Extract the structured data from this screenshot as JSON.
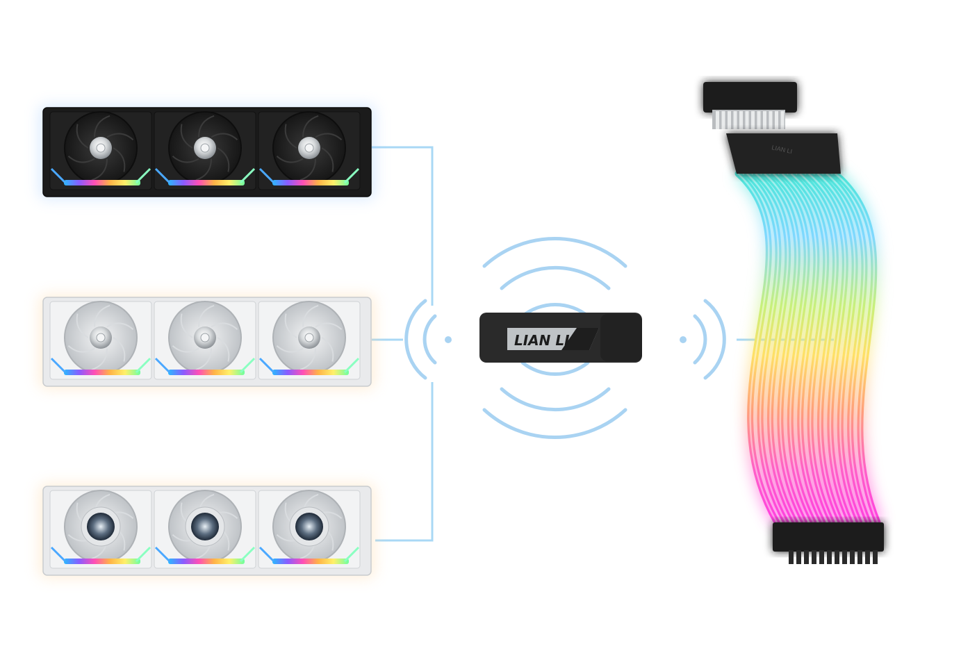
{
  "dongle": {
    "logo_text": "LIAN LI",
    "body_color": "#2a2a2a",
    "badge_color": "#bfc3c6"
  },
  "cable": {
    "connector_text": "LIAN LI",
    "strand_count": 12,
    "gradient": [
      "#56e8d6",
      "#7fd0ff",
      "#d6f06a",
      "#ffd25a",
      "#ff8a8a",
      "#ff4fd0"
    ]
  },
  "fan_groups": [
    {
      "id": "black",
      "frame_color": "#1b1b1b",
      "blade_color": "#2c2c2c",
      "hub": "chrome",
      "glow": "#9cc8ff"
    },
    {
      "id": "white",
      "frame_color": "#e9eaec",
      "blade_color": "#cfd2d5",
      "hub": "chrome",
      "glow": "#ffd39a"
    },
    {
      "id": "white-lcd",
      "frame_color": "#e9eaec",
      "blade_color": "#cfd2d5",
      "hub": "lcd",
      "glow": "#ffd39a"
    }
  ],
  "colors": {
    "link_line": "#a9d8f5",
    "wave": "#a9d3f2",
    "rgb_strip": [
      "#34c3ff",
      "#8a5cff",
      "#ff4fb6",
      "#ffb347",
      "#fff06a",
      "#6effa0"
    ]
  }
}
